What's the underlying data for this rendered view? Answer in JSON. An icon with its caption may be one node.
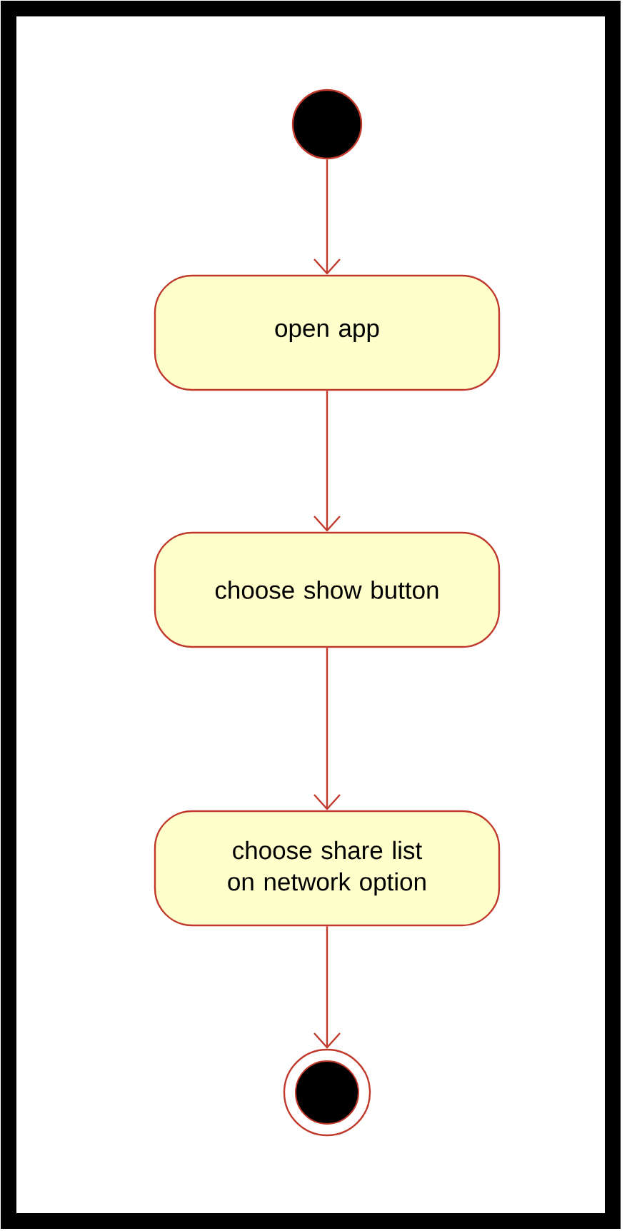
{
  "diagram": {
    "nodes": [
      {
        "text": [],
        "shape": "circle"
      },
      {
        "text": [
          "open app"
        ]
      },
      {
        "text": [
          "choose show button"
        ]
      },
      {
        "text": [
          "choose share list on network option"
        ]
      },
      {
        "text": [],
        "shape": "circle"
      }
    ],
    "edges": [
      {
        "from": 0,
        "to": 1,
        "arrow": "to"
      },
      {
        "from": 1,
        "to": 2,
        "arrow": "to"
      },
      {
        "from": 2,
        "to": 3,
        "arrow": "to"
      },
      {
        "from": 3,
        "to": 4,
        "arrow": "to"
      }
    ]
  }
}
